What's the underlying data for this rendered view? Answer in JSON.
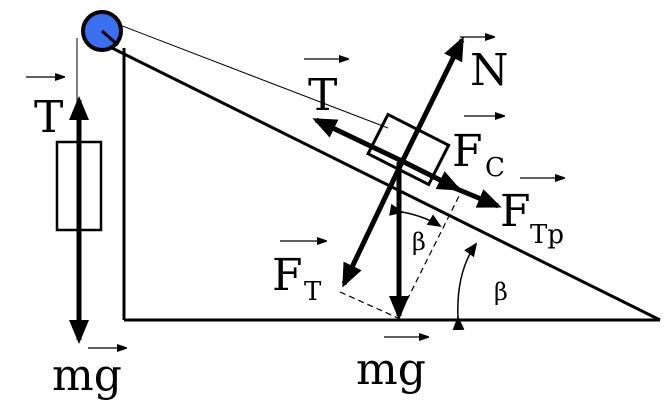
{
  "labels": {
    "rope_tension": "T",
    "hanging_weight": "mg",
    "tension_on_block": "T",
    "normal_force": "N",
    "friction_force": "F",
    "friction_sub": "C",
    "along_slope_force": "F",
    "along_slope_sub": "Tp",
    "perpendicular_force": "F",
    "perpendicular_sub": "T",
    "block_weight": "mg",
    "angle_at_block": "β",
    "angle_at_base": "β"
  },
  "colors": {
    "pulley_fill": "#3a6ff0",
    "line": "#000000"
  }
}
